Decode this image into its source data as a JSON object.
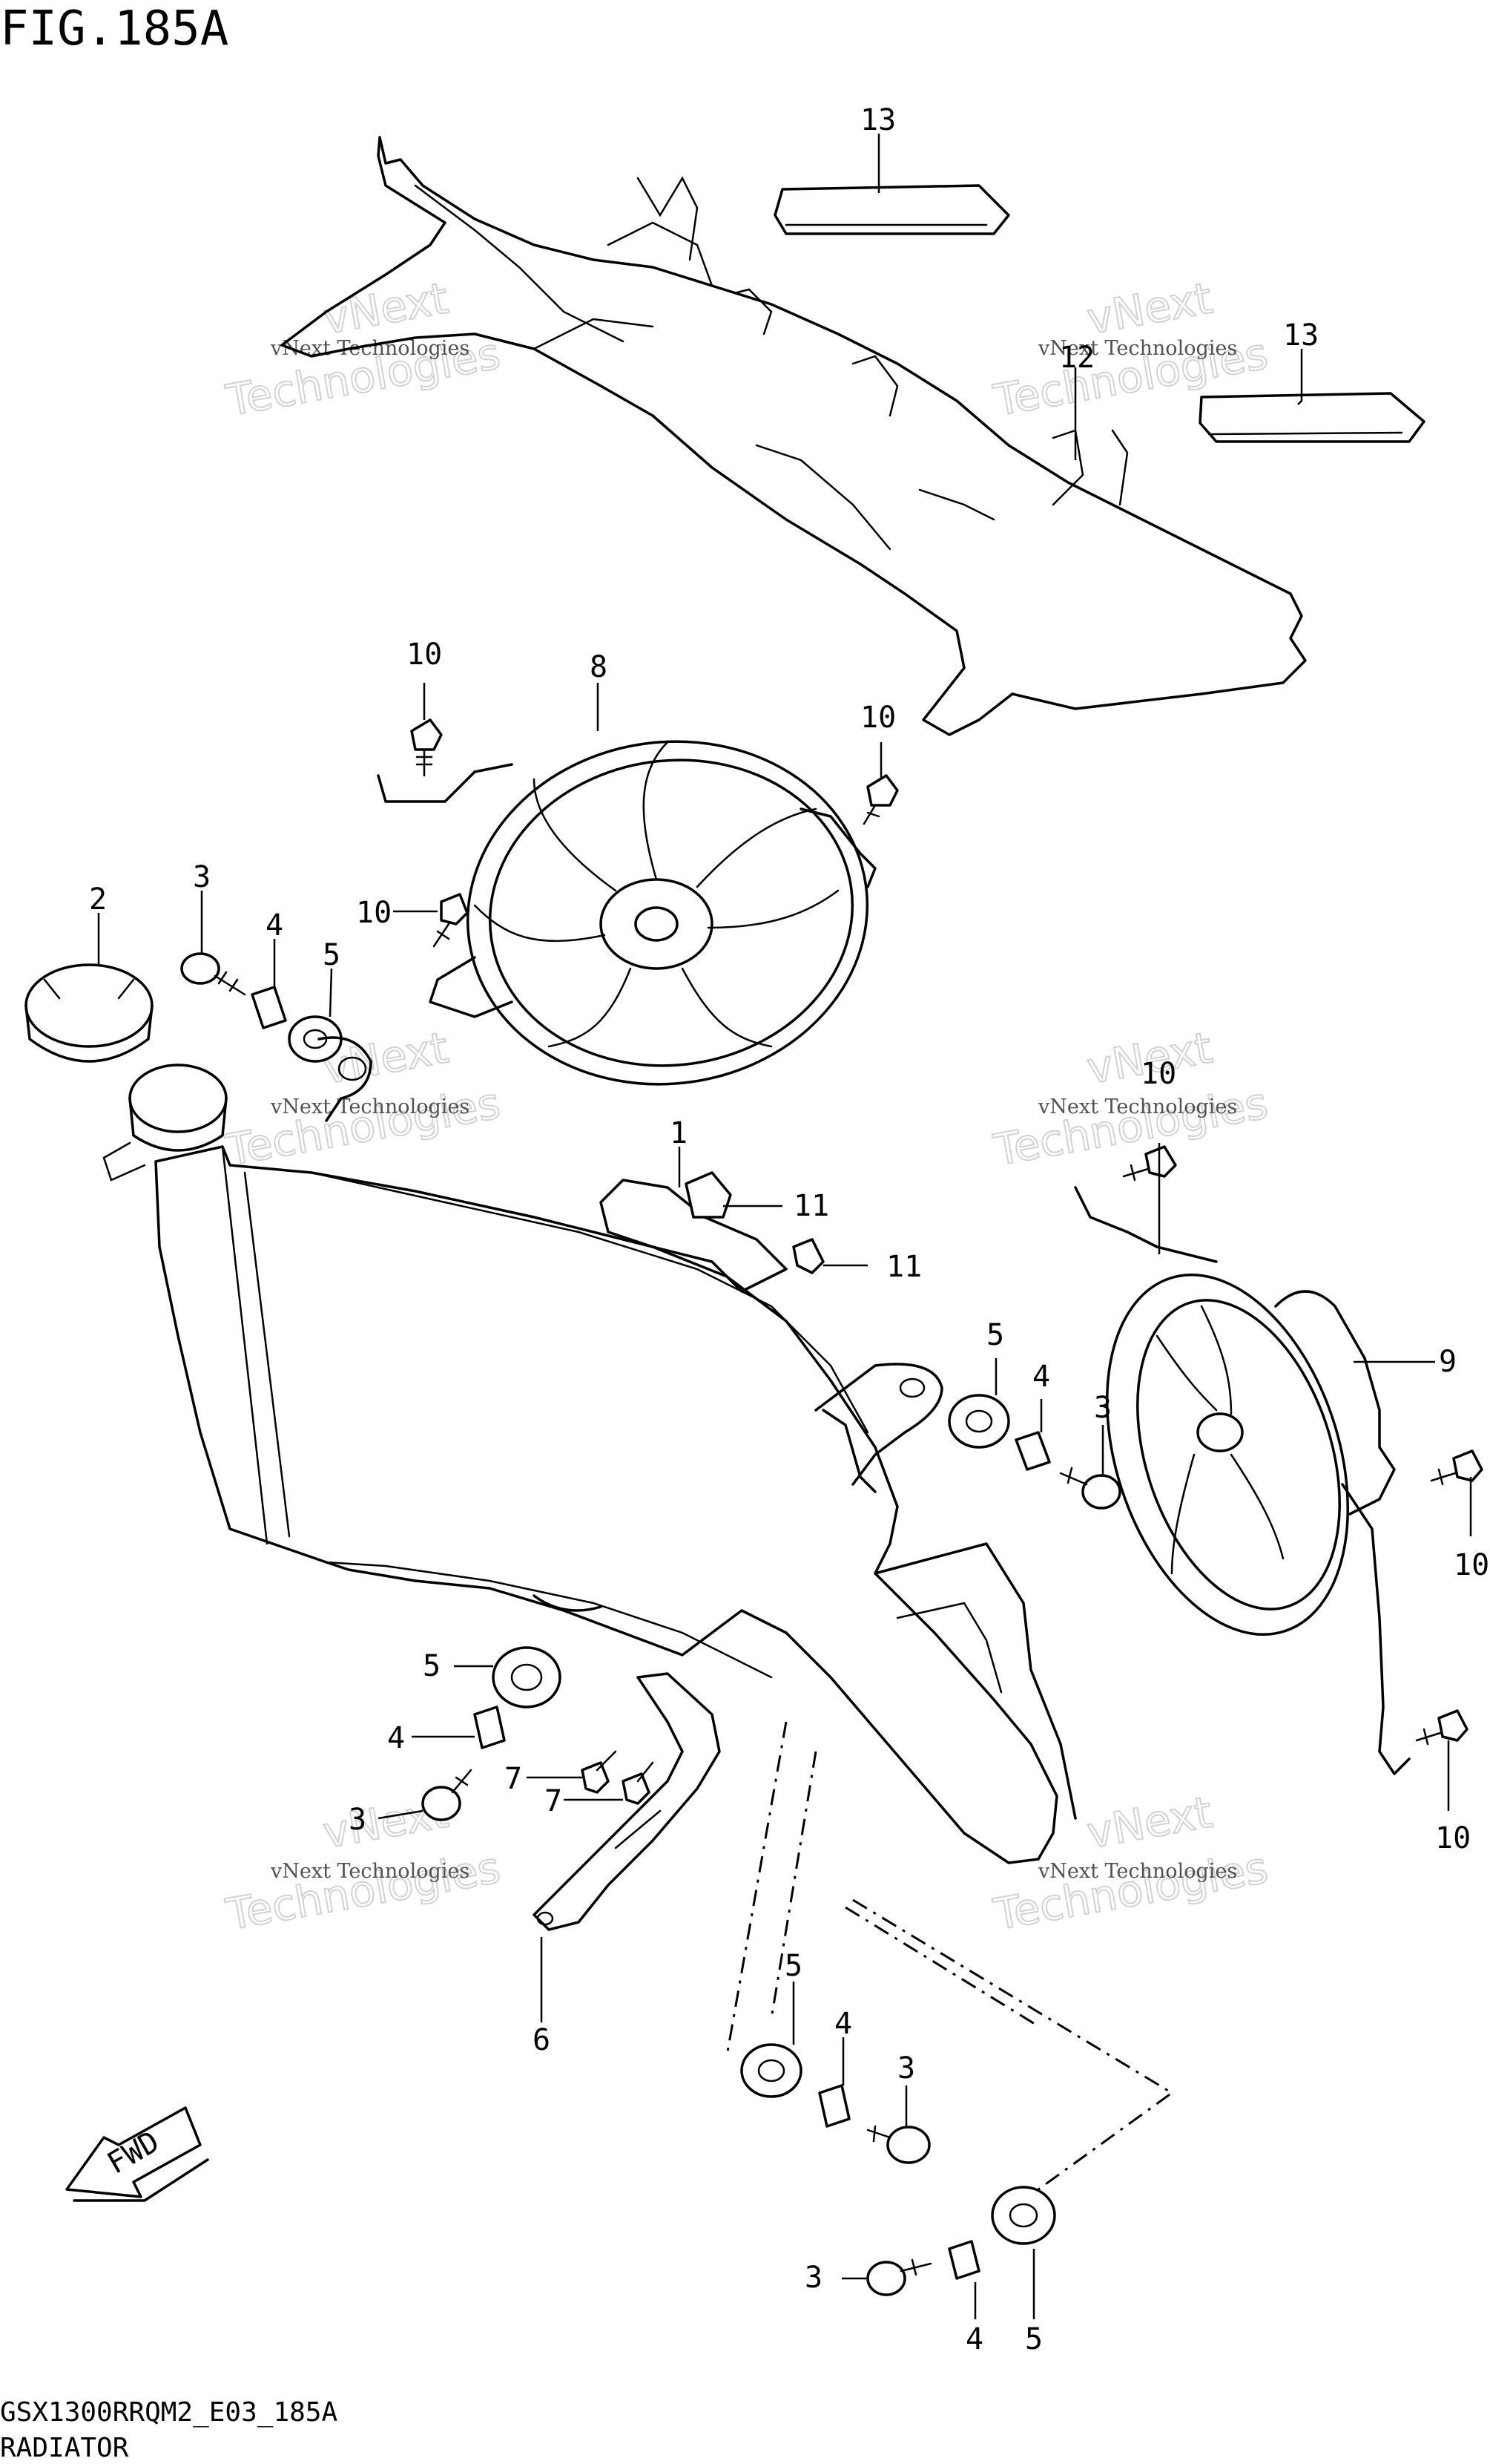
{
  "figure": {
    "title": "FIG.185A",
    "model_code": "GSX1300RRQM2_E03_185A",
    "caption": "RADIATOR"
  },
  "callouts": {
    "c1": "1",
    "c2": "2",
    "c3a": "3",
    "c3b": "3",
    "c3c": "3",
    "c3d": "3",
    "c3e": "3",
    "c4a": "4",
    "c4b": "4",
    "c4c": "4",
    "c4d": "4",
    "c4e": "4",
    "c5a": "5",
    "c5b": "5",
    "c5c": "5",
    "c5d": "5",
    "c5e": "5",
    "c6": "6",
    "c7a": "7",
    "c7b": "7",
    "c8": "8",
    "c9": "9",
    "c10a": "10",
    "c10b": "10",
    "c10c": "10",
    "c10d": "10",
    "c10e": "10",
    "c10f": "10",
    "c11a": "11",
    "c11b": "11",
    "c12": "12",
    "c13a": "13",
    "c13b": "13"
  },
  "watermark": {
    "line1": "vNext Technologies",
    "brand_a": "vNext",
    "brand_b": "Technologies"
  },
  "badge": {
    "fwd": "FWD"
  }
}
